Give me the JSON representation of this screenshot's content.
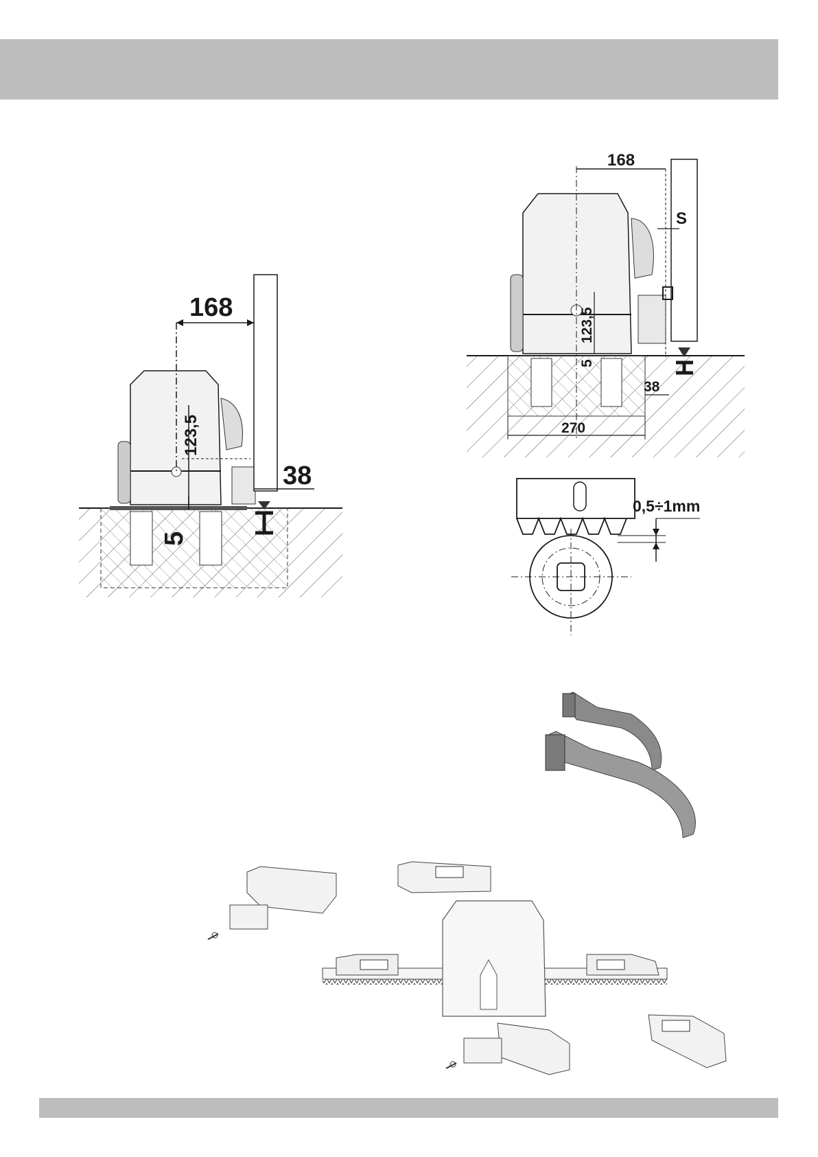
{
  "figure_left": {
    "dim_168": "168",
    "dim_123_5": "123,5",
    "dim_38": "38",
    "dim_5": "5"
  },
  "figure_right": {
    "dim_168": "168",
    "dim_s": "S",
    "dim_123_5": "123,5",
    "dim_5": "5",
    "dim_38": "38",
    "dim_270": "270"
  },
  "figure_rack": {
    "dim_gap": "0,5÷1mm"
  },
  "colors": {
    "band": "#bdbdbd",
    "line": "#1a1a1a",
    "motor_fill": "#f2f2f2",
    "handle_fill": "#8a8a8a"
  }
}
